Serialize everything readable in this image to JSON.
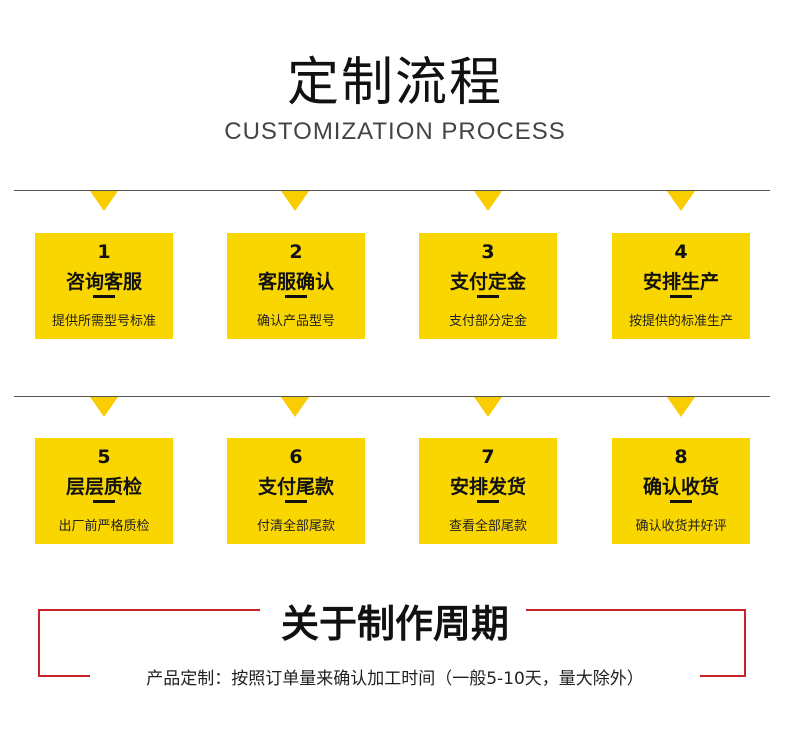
{
  "header": {
    "title": "定制流程",
    "subtitle": "CUSTOMIZATION PROCESS"
  },
  "steps": [
    {
      "number": "1",
      "name": "咨询客服",
      "desc": "提供所需型号标准"
    },
    {
      "number": "2",
      "name": "客服确认",
      "desc": "确认产品型号"
    },
    {
      "number": "3",
      "name": "支付定金",
      "desc": "支付部分定金"
    },
    {
      "number": "4",
      "name": "安排生产",
      "desc": "按提供的标准生产"
    },
    {
      "number": "5",
      "name": "层层质检",
      "desc": "出厂前严格质检"
    },
    {
      "number": "6",
      "name": "支付尾款",
      "desc": "付清全部尾款"
    },
    {
      "number": "7",
      "name": "安排发货",
      "desc": "查看全部尾款"
    },
    {
      "number": "8",
      "name": "确认收货",
      "desc": "确认收货并好评"
    }
  ],
  "production_period": {
    "title": "关于制作周期",
    "note": "产品定制：按照订单量来确认加工时间（一般5-10天，量大除外）"
  },
  "colors": {
    "accent": "#f9d600",
    "frame": "#c8232b"
  }
}
